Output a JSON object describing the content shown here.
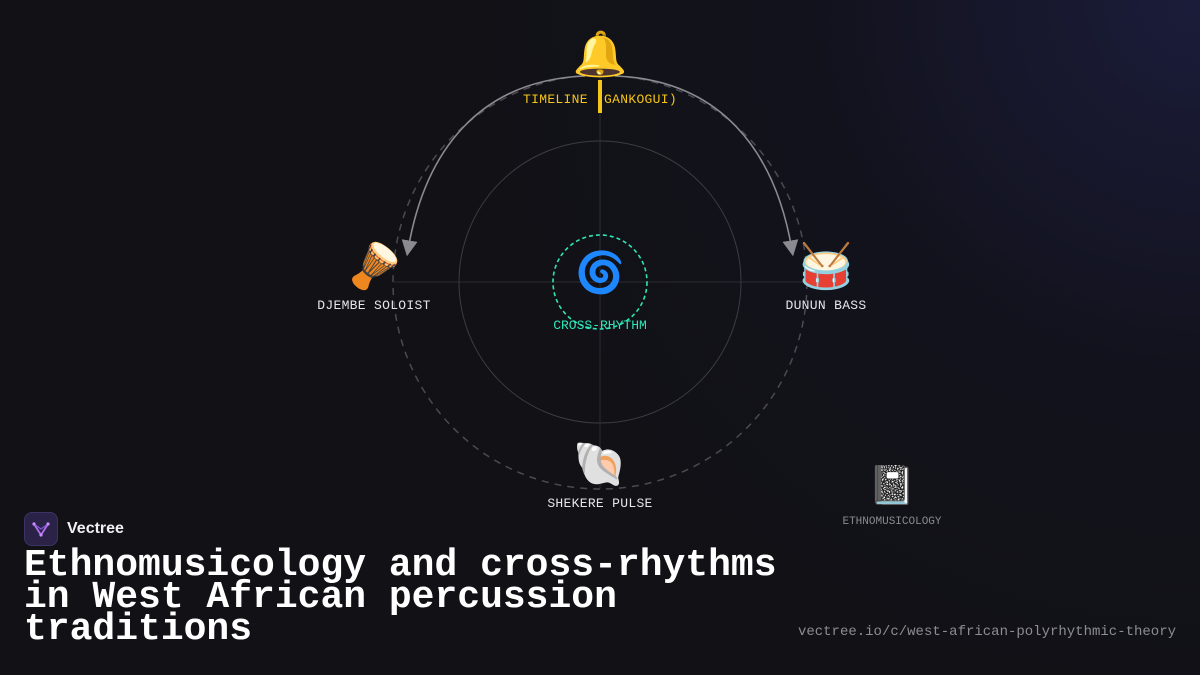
{
  "diagram": {
    "top": {
      "icon": "bell-icon",
      "emoji": "🔔",
      "label": "TIMELINE (GANKOGUI)"
    },
    "left": {
      "icon": "djembe-drum-icon",
      "emoji": "🪘",
      "label": "DJEMBE SOLOIST"
    },
    "right": {
      "icon": "drum-icon",
      "emoji": "🥁",
      "label": "DUNUN BASS"
    },
    "bottom": {
      "icon": "shell-icon",
      "emoji": "🐚",
      "label": "SHEKERE PULSE"
    },
    "center": {
      "icon": "spiral-icon",
      "emoji": "🌀",
      "label": "CROSS-RHYTHM"
    },
    "side_card": {
      "icon": "notebook-icon",
      "emoji": "📓",
      "label": "ETHNOMUSICOLOGY"
    }
  },
  "brand": {
    "name": "Vectree"
  },
  "title": "Ethnomusicology and cross-rhythms in West African percussion traditions",
  "url": "vectree.io/c/west-african-polyrhythmic-theory",
  "colors": {
    "background": "#111116",
    "timeline_accent": "#f5c518",
    "center_accent": "#2ee6b6",
    "brand_logo": "#2a2347"
  }
}
